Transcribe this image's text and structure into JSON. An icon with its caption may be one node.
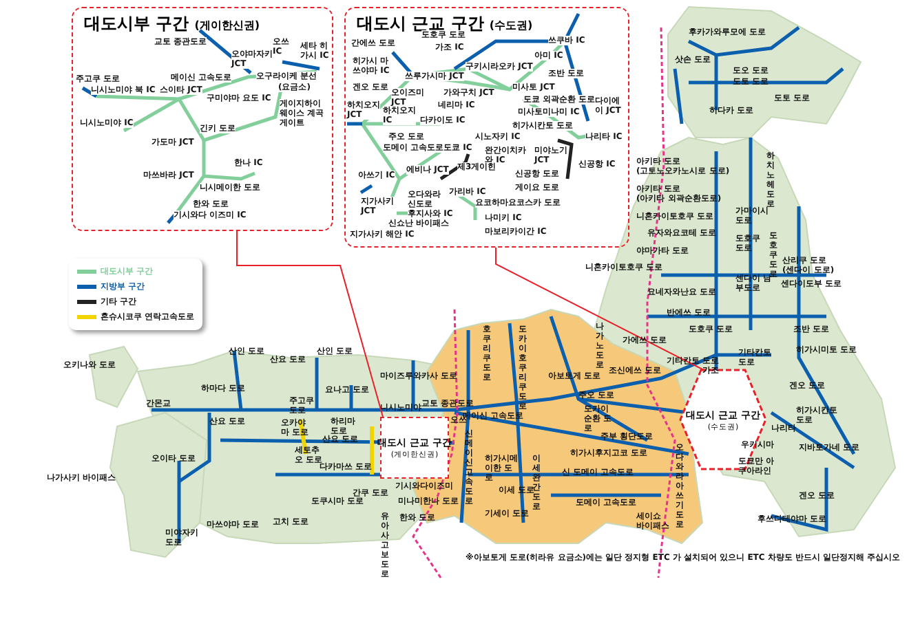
{
  "diagram": {
    "nodes": [
      {
        "text": [
          "대도시부 구간",
          "(게이한신권)"
        ]
      },
      {
        "text": [
          "대도시 근교 구간",
          "(수도권)"
        ]
      },
      {
        "text": [
          "대도시 근교 구간",
          "(게이한신권)"
        ]
      },
      {
        "text": [
          "대도시 근교 구간",
          "(수도권)"
        ]
      }
    ],
    "edges": [
      {
        "from": 0,
        "to": 2,
        "arrow": "none",
        "color": "#e8202a"
      },
      {
        "from": 1,
        "to": 3,
        "arrow": "none",
        "color": "#e8202a"
      }
    ],
    "labels": [
      "교토 종관도로",
      "오야마자키 JCT",
      "오쓰 IC",
      "세타 히가시 IC",
      "오구라이케 분선",
      "(요금소)",
      "주고쿠 도로",
      "니시노미야 북 IC",
      "스이타 JCT",
      "메이신 고속도로",
      "구미야마 요도 IC",
      "게이지하이웨이스 계곡게이트",
      "니시노미야 IC",
      "긴키 도로",
      "가도마 JCT",
      "한나 IC",
      "마쓰바라 JCT",
      "니시메이한 도로",
      "한와 도로",
      "기시와다 이즈미 IC",
      "간에쓰 도로",
      "도호쿠 도로",
      "가조 IC",
      "쓰쿠바 IC",
      "히가시 마쓰야마 IC",
      "쓰루가시마 JCT",
      "구키시라오카 JCT",
      "아미 IC",
      "조반 도로",
      "겐오 도로",
      "오이즈미 JCT",
      "가와구치 JCT",
      "미사토 JCT",
      "네리마 IC",
      "도쿄 외곽순환 도로",
      "미사토미나미 IC",
      "하치오지 JCT",
      "하치오지 IC",
      "다카이도 IC",
      "다이에이 JCT",
      "히가시칸토 도로",
      "주오 도로",
      "시노자키 IC",
      "도메이 고속도로",
      "도쿄 IC",
      "완간이치카와 IC",
      "미야노기 JCT",
      "나리타 IC",
      "신공항 IC",
      "에비나 JCT",
      "제3게이힌",
      "아쓰기 IC",
      "신공항 도로",
      "게이요 도로",
      "오다와라 신도로",
      "가리바 IC",
      "요코하마요코스카 도로",
      "지가사키 JCT",
      "후지사와 IC",
      "나미키 IC",
      "마보리카이간 IC",
      "신쇼난 바이패스",
      "지가사키 해안 IC",
      "후카가와루모에 도로",
      "삿손 도로",
      "도오 도로",
      "도토 도로",
      "도토 도로",
      "히다카 도로",
      "아키타 도로",
      "(고토노오카노시로 도로)",
      "아키타 도로",
      "(아키타 외곽순환도로)",
      "니혼카이토호쿠 도로",
      "유자와요코테 도로",
      "야마가타 도로",
      "니혼카이토호쿠 도로",
      "요네자와난요 도로",
      "반에쓰 도로",
      "하치노헤 도로",
      "가마이시 도로",
      "도호쿠 도로",
      "도호쿠 도로",
      "산리쿠 도로",
      "(센다이 도로)",
      "센다이 남부도로",
      "센다이도부 도로",
      "도호쿠 도로",
      "조반 도로",
      "기타칸토 도로",
      "히가시미토 도로",
      "기타칸토 도로",
      "가조",
      "겐오 도로",
      "히가시칸토 도로",
      "나리타",
      "우키시마",
      "지바토가네 도로",
      "도쿄만 아쿠아라인",
      "겐오 도로",
      "후쓰다테야마 도로",
      "가에쓰 도로",
      "호쿠리쿠 도로",
      "도카이호쿠리쿠 도로",
      "아보토게 도로",
      "나가노 도로",
      "조신에쓰 도로",
      "주오 도로",
      "도카이 순환 도로",
      "주부 횡단도로",
      "히가시후지고코 도로",
      "신 도메이 고속도로",
      "도메이 고속도로",
      "세이쇼 바이패스",
      "오다와라아쓰기 도로",
      "마이즈루와카사 도로",
      "교토 종관도로",
      "메이신 고속도로",
      "니시노미야",
      "오쓰",
      "신메이신 고속도로",
      "히가시메이한 도로",
      "이세완간 도로",
      "이세 도로",
      "기세이 도로",
      "간쿠 도로",
      "기시와다이즈미",
      "미나미한나 도로",
      "한와 도로",
      "유아사고보 도로",
      "※아보토게 도로(히라유 요금소)에는 일단 정지형 ETC 가 설치되어 있으니 ETC 차량도 반드시 일단정지해 주십시오",
      "오키나와 도로",
      "산인 도로",
      "산요 도로",
      "산인 도로",
      "하마다 도로",
      "주고쿠 도로",
      "요나고 도로",
      "간몬교",
      "산요 도로",
      "오카야마 도로",
      "하리마 도로",
      "산요 도로",
      "세토추오 도로",
      "다카마쓰 도로",
      "오이타 도로",
      "나가사키 바이패스",
      "마쓰야마 도로",
      "고치 도로",
      "도쿠시마 도로",
      "미야자키 도로"
    ],
    "legend": [
      {
        "text": "대도시부 구간",
        "color": "#82cf9c"
      },
      {
        "text": "지방부 구간",
        "color": "#0b5fad"
      },
      {
        "text": "기타 구간",
        "color": "#222222"
      },
      {
        "text": "혼슈시코쿠 연락고속도로",
        "color": "#f2d400"
      }
    ]
  }
}
